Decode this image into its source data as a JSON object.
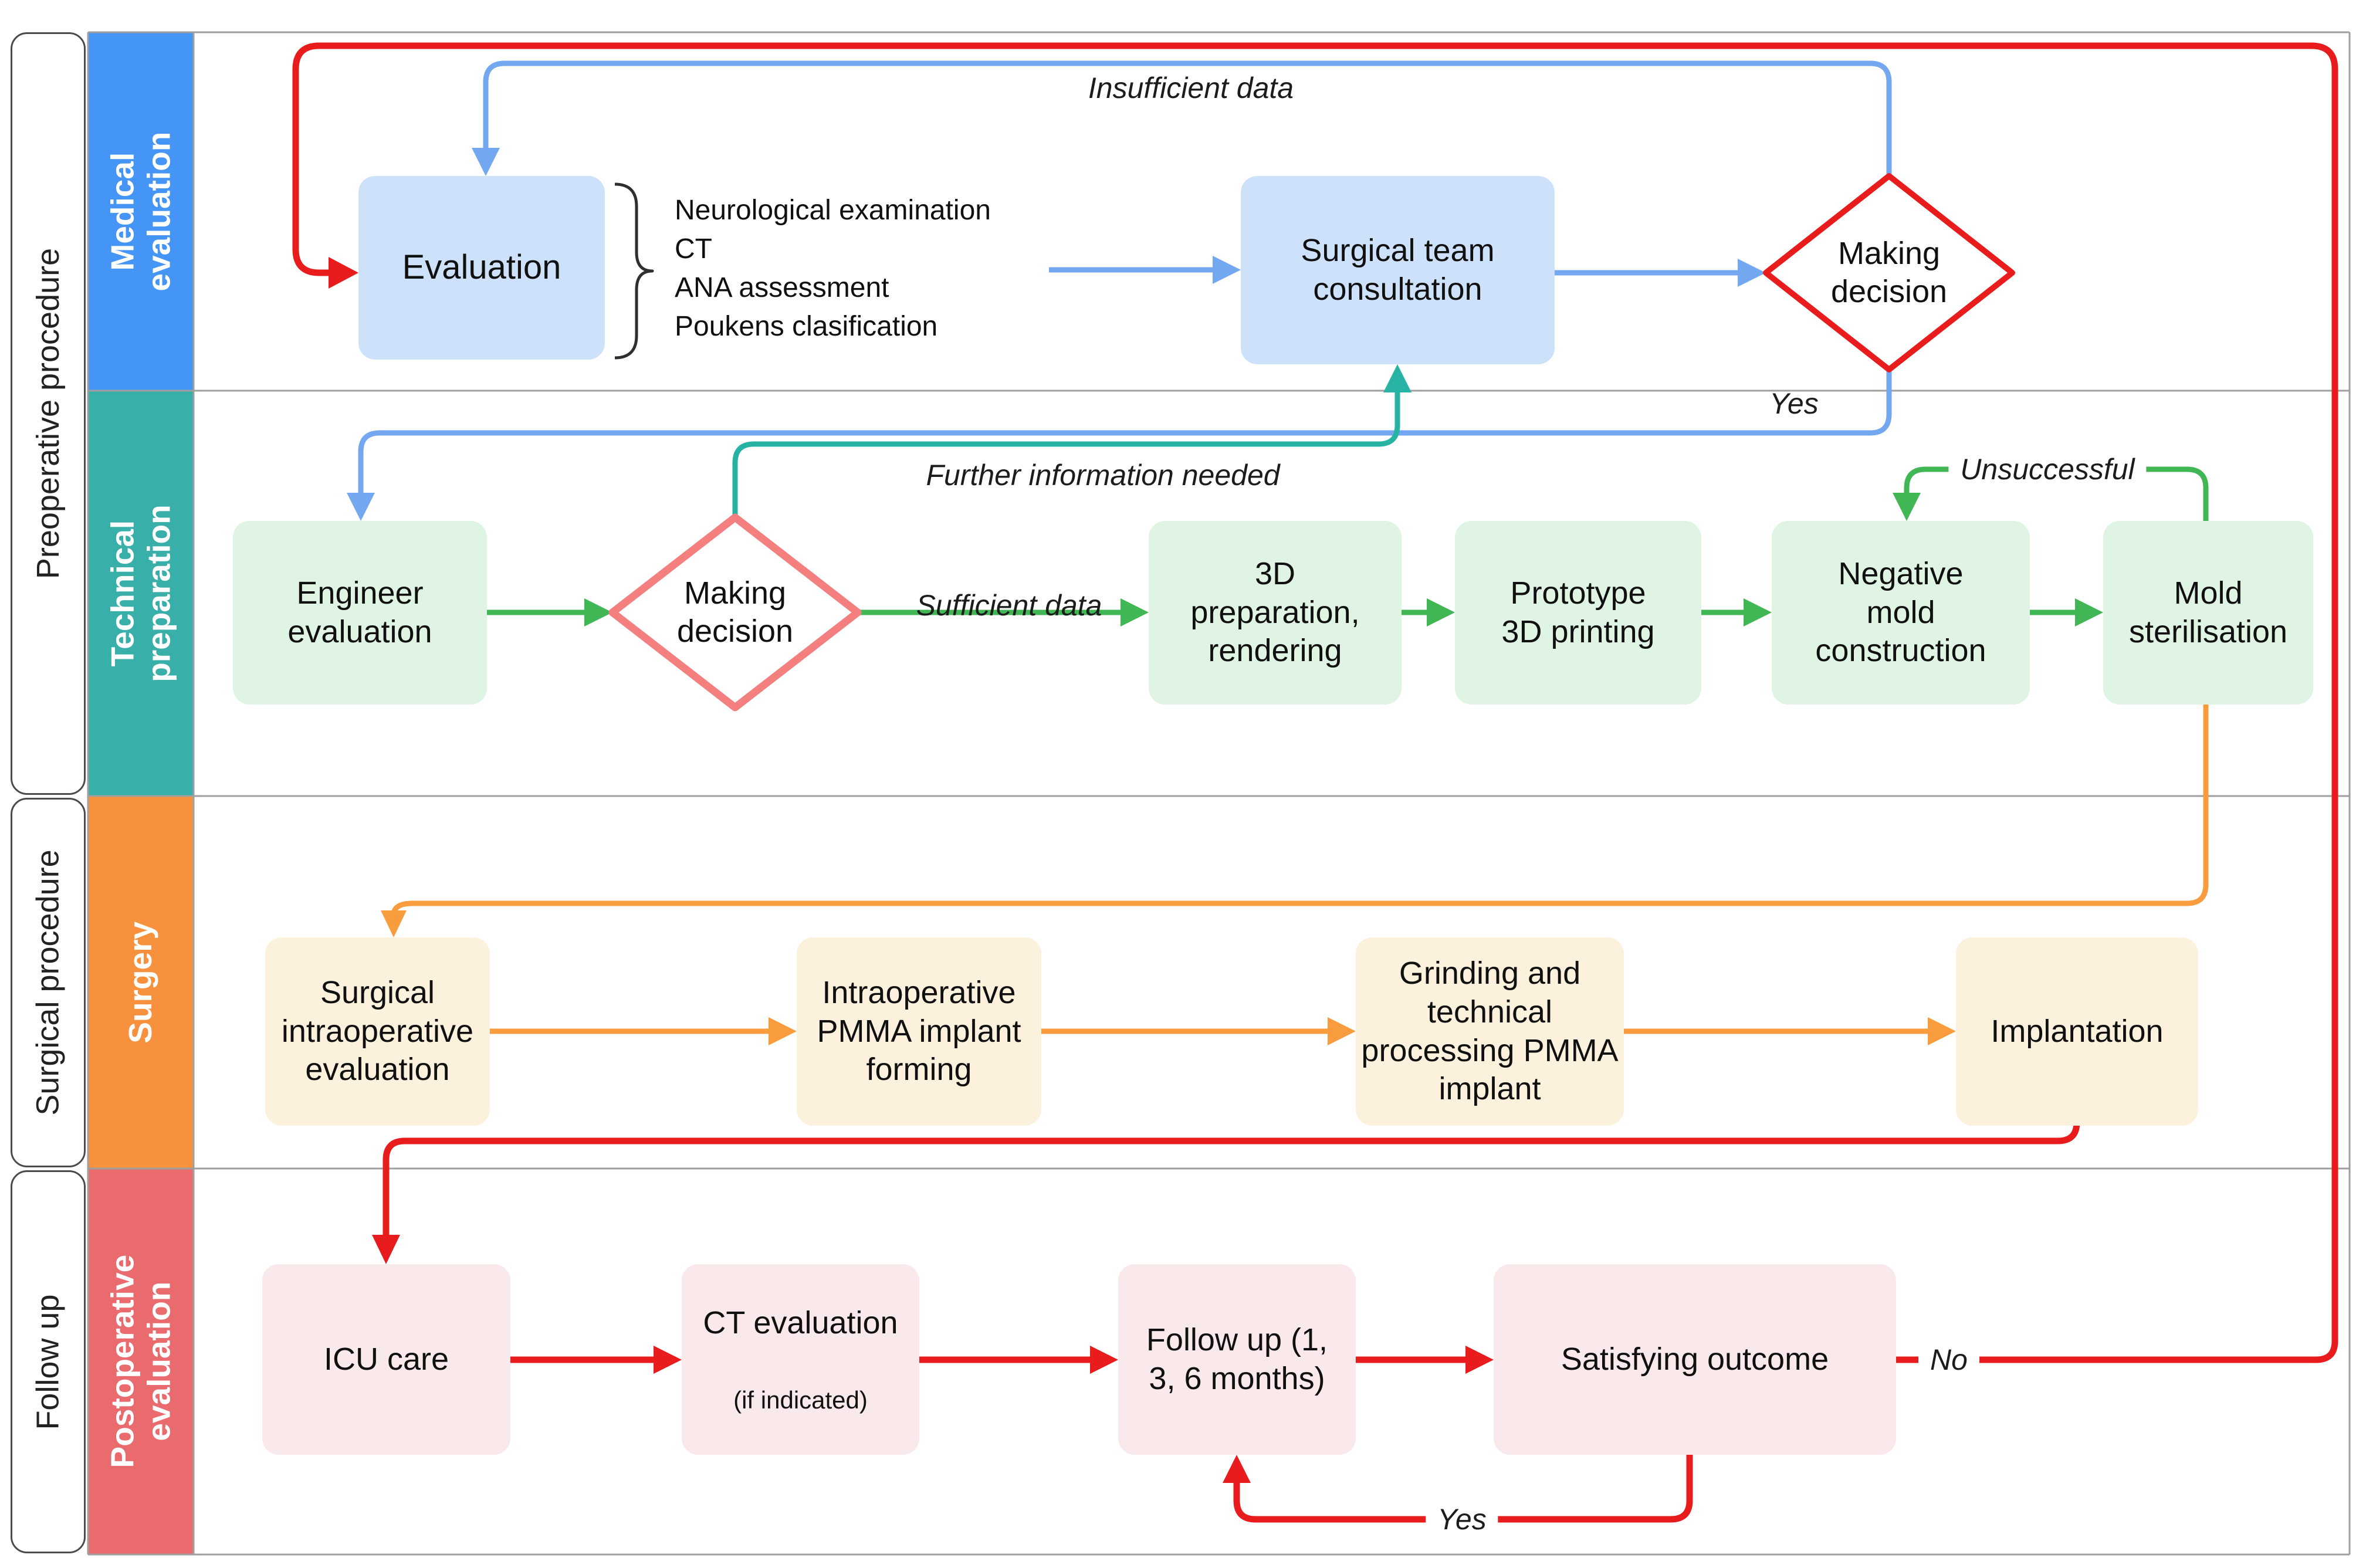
{
  "groups": [
    {
      "label": "Preoperative procedure"
    },
    {
      "label": "Surgical procedure"
    },
    {
      "label": "Follow up"
    }
  ],
  "lanes": [
    {
      "label": "Medical evaluation",
      "color": "#4495F6"
    },
    {
      "label": "Technical preparation",
      "color": "#38AFA9"
    },
    {
      "label": "Surgery",
      "color": "#F8913D"
    },
    {
      "label": "Postoperative\nevaluation",
      "color": "#E96B6E"
    }
  ],
  "nodes": {
    "evaluation": {
      "label": "Evaluation"
    },
    "consultation": {
      "label": "Surgical team\nconsultation"
    },
    "decision_medical": {
      "label": "Making\ndecision"
    },
    "engineer": {
      "label": "Engineer\nevaluation"
    },
    "decision_technical": {
      "label": "Making\ndecision"
    },
    "prep3d": {
      "label": "3D\npreparation,\nrendering"
    },
    "prototype": {
      "label": "Prototype\n3D printing"
    },
    "negative_mold": {
      "label": "Negative\nmold\nconstruction"
    },
    "mold_sterilisation": {
      "label": "Mold\nsterilisation"
    },
    "surgical_evaluation": {
      "label": "Surgical\nintraoperative\nevaluation"
    },
    "pmma_forming": {
      "label": "Intraoperative\nPMMA implant\nforming"
    },
    "grinding": {
      "label": "Grinding and\ntechnical\nprocessing PMMA\nimplant"
    },
    "implantation": {
      "label": "Implantation"
    },
    "icu": {
      "label": "ICU care"
    },
    "ct_evaluation": {
      "label": "CT evaluation",
      "sub": "(if indicated)"
    },
    "followup": {
      "label": "Follow up (1,\n3, 6 months)"
    },
    "outcome": {
      "label": "Satisfying outcome"
    }
  },
  "evaluation_notes": [
    "Neurological examination",
    "CT",
    "ANA assessment",
    "Poukens clasification"
  ],
  "edge_labels": {
    "insufficient": "Insufficient data",
    "yes_top": "Yes",
    "further": "Further information needed",
    "sufficient": "Sufficient data",
    "unsuccessful": "Unsuccessful",
    "no": "No",
    "yes_bottom": "Yes"
  },
  "colors": {
    "medical_arrow": "#73A7F0",
    "technical_arrow": "#41B655",
    "consult_return_arrow": "#26B3A4",
    "surgery_arrow": "#F89C3E",
    "followup_arrow": "#E81C1C",
    "decision_medical_border": "#E81C1C",
    "decision_technical_border": "#F47F7F",
    "box_medical": "#CEE1FA",
    "box_technical": "#DFF4E3",
    "box_surgery": "#FBF1DC",
    "box_followup": "#FAE9EB"
  }
}
